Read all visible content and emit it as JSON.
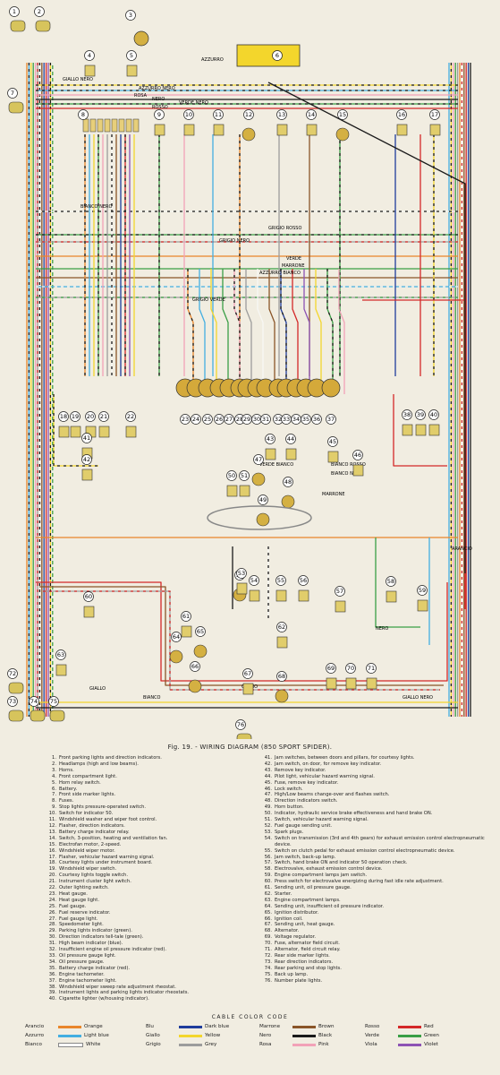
{
  "caption": "Fig. 19. - WIRING DIAGRAM (850 SPORT SPIDER).",
  "colors": {
    "arancio": "#e9862b",
    "azzurro": "#43aee1",
    "bianco": "#f7f7f4",
    "blu": "#1f3d9c",
    "giallo": "#f3d62c",
    "grigio": "#9c9c9c",
    "marrone": "#8a5528",
    "nero": "#1a1a1a",
    "rosa": "#f2a2b8",
    "rosso": "#d42828",
    "verde": "#3a9e45",
    "viola": "#8d53b4"
  },
  "wire_labels": [
    "AZZURRO",
    "GIALLO NERO",
    "AZZURRO NERO",
    "ROSA",
    "NERO",
    "VERDE NERO",
    "ROSSO",
    "BIANCO NERO",
    "GRIGIO ROSSO",
    "GRIGIO NERO",
    "VERDE",
    "MARRONE",
    "AZZURRO BIANCO",
    "GRIGIO VERDE",
    "ARANCIO",
    "GIALLO",
    "BIANCO",
    "GRIGIO",
    "GIALLO NERO",
    "VERDE BIANCO",
    "BIANCO ROSSO",
    "BIANCO NERO",
    "MARRONE",
    "NERO"
  ],
  "component_numbers": [
    "1",
    "2",
    "3",
    "4",
    "5",
    "6",
    "7",
    "8",
    "9",
    "10",
    "11",
    "12",
    "13",
    "14",
    "15",
    "16",
    "17",
    "18",
    "19",
    "20",
    "21",
    "22",
    "23",
    "24",
    "25",
    "26",
    "27",
    "28",
    "29",
    "30",
    "31",
    "32",
    "33",
    "34",
    "35",
    "36",
    "37",
    "38",
    "39",
    "40",
    "41",
    "42",
    "43",
    "44",
    "45",
    "46",
    "47",
    "48",
    "49",
    "50",
    "51",
    "52",
    "53",
    "54",
    "55",
    "56",
    "57",
    "58",
    "59",
    "60",
    "61",
    "62",
    "63",
    "64",
    "65",
    "66",
    "67",
    "68",
    "69",
    "70",
    "71",
    "72",
    "73",
    "74",
    "75",
    "76"
  ],
  "legend_left": [
    {
      "n": "1.",
      "t": "Front parking lights and direction indicators."
    },
    {
      "n": "2.",
      "t": "Headlamps (high and low beams)."
    },
    {
      "n": "3.",
      "t": "Horns."
    },
    {
      "n": "4.",
      "t": "Front compartment light."
    },
    {
      "n": "5.",
      "t": "Horn relay switch."
    },
    {
      "n": "6.",
      "t": "Battery."
    },
    {
      "n": "7.",
      "t": "Front side marker lights."
    },
    {
      "n": "8.",
      "t": "Fuses."
    },
    {
      "n": "9.",
      "t": "Stop lights pressure-operated switch."
    },
    {
      "n": "10.",
      "t": "Switch for indicator 50."
    },
    {
      "n": "11.",
      "t": "Windshield washer and wiper foot control."
    },
    {
      "n": "12.",
      "t": "Flasher, direction indicators."
    },
    {
      "n": "13.",
      "t": "Battery charge indicator relay."
    },
    {
      "n": "14.",
      "t": "Switch, 3-position, heating and ventilation fan."
    },
    {
      "n": "15.",
      "t": "Electrofan motor, 2-speed."
    },
    {
      "n": "16.",
      "t": "Windshield wiper motor."
    },
    {
      "n": "17.",
      "t": "Flasher, vehicular hazard warning signal."
    },
    {
      "n": "18.",
      "t": "Courtesy lights under instrument board."
    },
    {
      "n": "19.",
      "t": "Windshield wiper switch."
    },
    {
      "n": "20.",
      "t": "Courtesy lights toggle switch."
    },
    {
      "n": "21.",
      "t": "Instrument cluster light switch."
    },
    {
      "n": "22.",
      "t": "Outer lighting switch."
    },
    {
      "n": "23.",
      "t": "Heat gauge."
    },
    {
      "n": "24.",
      "t": "Heat gauge light."
    },
    {
      "n": "25.",
      "t": "Fuel gauge."
    },
    {
      "n": "26.",
      "t": "Fuel reserve indicator."
    },
    {
      "n": "27.",
      "t": "Fuel gauge light."
    },
    {
      "n": "28.",
      "t": "Speedometer light."
    },
    {
      "n": "29.",
      "t": "Parking lights indicator (green)."
    },
    {
      "n": "30.",
      "t": "Direction indicators tell-tale (green)."
    },
    {
      "n": "31.",
      "t": "High beam indicator (blue)."
    },
    {
      "n": "32.",
      "t": "Insufficient engine oil pressure indicator (red)."
    },
    {
      "n": "33.",
      "t": "Oil pressure gauge light."
    },
    {
      "n": "34.",
      "t": "Oil pressure gauge."
    },
    {
      "n": "35.",
      "t": "Battery charge indicator (red)."
    },
    {
      "n": "36.",
      "t": "Engine tachometer."
    },
    {
      "n": "37.",
      "t": "Engine tachometer light."
    },
    {
      "n": "38.",
      "t": "Windshield wiper sweep rate adjustment rheostat."
    },
    {
      "n": "39.",
      "t": "Instrument lights and parking lights indicator rheostats."
    },
    {
      "n": "40.",
      "t": "Cigarette lighter (w/housing indicator)."
    }
  ],
  "legend_right": [
    {
      "n": "41.",
      "t": "Jam switches, between doors and pillars, for courtesy lights."
    },
    {
      "n": "42.",
      "t": "Jam switch, on door, for remove key indicator."
    },
    {
      "n": "43.",
      "t": "Remove key indicator."
    },
    {
      "n": "44.",
      "t": "Pilot light, vehicular hazard warning signal."
    },
    {
      "n": "45.",
      "t": "Fuse, remove key indicator."
    },
    {
      "n": "46.",
      "t": "Lock switch."
    },
    {
      "n": "47.",
      "t": "High/Low beams change-over and flashes switch."
    },
    {
      "n": "48.",
      "t": "Direction indicators switch."
    },
    {
      "n": "49.",
      "t": "Horn button."
    },
    {
      "n": "50.",
      "t": "Indicator, hydraulic service brake effectiveness and hand brake ON."
    },
    {
      "n": "51.",
      "t": "Switch, vehicular hazard warning signal."
    },
    {
      "n": "52.",
      "t": "Fuel gauge sending unit."
    },
    {
      "n": "53.",
      "t": "Spark plugs."
    },
    {
      "n": "54.",
      "t": "Switch on transmission (3rd and 4th gears) for exhaust emission control electropneumatic device."
    },
    {
      "n": "55.",
      "t": "Switch on clutch pedal for exhaust emission control electropneumatic device."
    },
    {
      "n": "56.",
      "t": "Jam switch, back-up lamp."
    },
    {
      "n": "57.",
      "t": "Switch, hand brake ON and indicator 50 operation check."
    },
    {
      "n": "58.",
      "t": "Electrovalve, exhaust emission control device."
    },
    {
      "n": "59.",
      "t": "Engine compartment lamps jam switch."
    },
    {
      "n": "60.",
      "t": "Press switch for electrovalve energizing during fast idle rate adjustment."
    },
    {
      "n": "61.",
      "t": "Sending unit, oil pressure gauge."
    },
    {
      "n": "62.",
      "t": "Starter."
    },
    {
      "n": "63.",
      "t": "Engine compartment lamps."
    },
    {
      "n": "64.",
      "t": "Sending unit, insufficient oil pressure indicator."
    },
    {
      "n": "65.",
      "t": "Ignition distributor."
    },
    {
      "n": "66.",
      "t": "Ignition coil."
    },
    {
      "n": "67.",
      "t": "Sending unit, heat gauge."
    },
    {
      "n": "68.",
      "t": "Alternator."
    },
    {
      "n": "69.",
      "t": "Voltage regulator."
    },
    {
      "n": "70.",
      "t": "Fuse, alternator field circuit."
    },
    {
      "n": "71.",
      "t": "Alternator, field circuit relay."
    },
    {
      "n": "72.",
      "t": "Rear side marker lights."
    },
    {
      "n": "73.",
      "t": "Rear direction indicators."
    },
    {
      "n": "74.",
      "t": "Rear parking and stop lights."
    },
    {
      "n": "75.",
      "t": "Back up lamp."
    },
    {
      "n": "76.",
      "t": "Number plate lights."
    }
  ],
  "cable_code_title": "CABLE COLOR CODE",
  "cable_code": [
    {
      "it": "Arancio",
      "en": "Orange",
      "color": "#e9862b"
    },
    {
      "it": "Blu",
      "en": "Dark blue",
      "color": "#1f3d9c"
    },
    {
      "it": "Marrone",
      "en": "Brown",
      "color": "#8a5528"
    },
    {
      "it": "Rosso",
      "en": "Red",
      "color": "#d42828"
    },
    {
      "it": "Azzurro",
      "en": "Light blue",
      "color": "#43aee1"
    },
    {
      "it": "Giallo",
      "en": "Yellow",
      "color": "#f3d62c"
    },
    {
      "it": "Nero",
      "en": "Black",
      "color": "#1a1a1a"
    },
    {
      "it": "Verde",
      "en": "Green",
      "color": "#3a9e45"
    },
    {
      "it": "Bianco",
      "en": "White",
      "color": "#ffffff"
    },
    {
      "it": "Grigio",
      "en": "Grey",
      "color": "#9c9c9c"
    },
    {
      "it": "Rosa",
      "en": "Pink",
      "color": "#f2a2b8"
    },
    {
      "it": "Viola",
      "en": "Violet",
      "color": "#8d53b4"
    }
  ]
}
